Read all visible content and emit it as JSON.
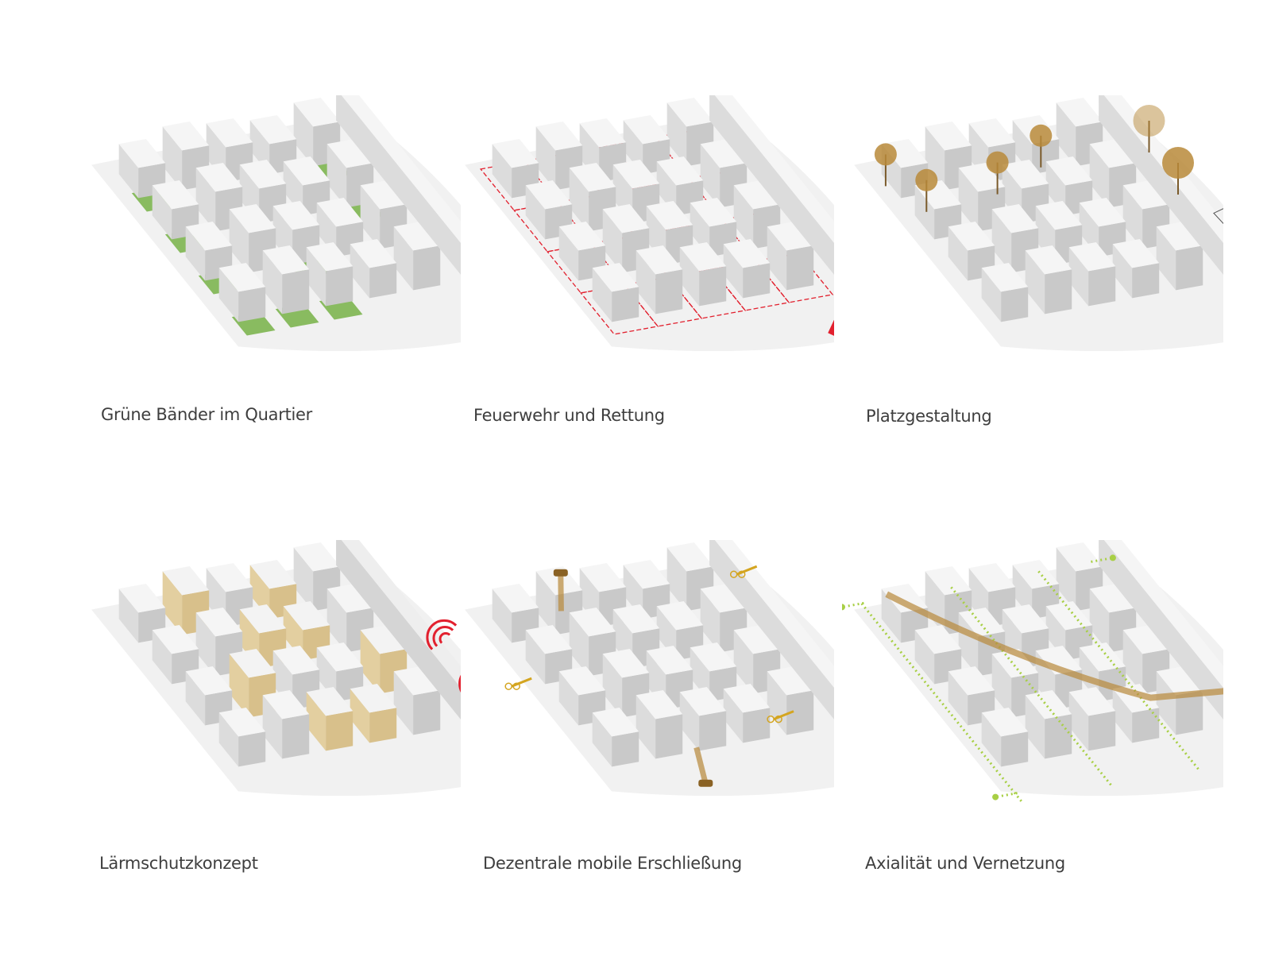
{
  "panels": [
    {
      "id": "gruene-baender",
      "label": "Grüne Bänder im Quartier",
      "overlay": "green"
    },
    {
      "id": "feuerwehr",
      "label": "Feuerwehr und Rettung",
      "overlay": "fire"
    },
    {
      "id": "platzgestaltung",
      "label": "Platzgestaltung",
      "overlay": "trees"
    },
    {
      "id": "laermschutz",
      "label": "Lärmschutzkonzept",
      "overlay": "noise"
    },
    {
      "id": "mobile-erschliessung",
      "label": "Dezentrale mobile Erschließung",
      "overlay": "mobility"
    },
    {
      "id": "axialitaet",
      "label": "Axialität und Vernetzung",
      "overlay": "axes"
    }
  ],
  "colors": {
    "green": "#6fae3c",
    "red": "#e2202e",
    "brown": "#b8893a",
    "tan": "#e3cfa0",
    "lime": "#a8cf45"
  }
}
